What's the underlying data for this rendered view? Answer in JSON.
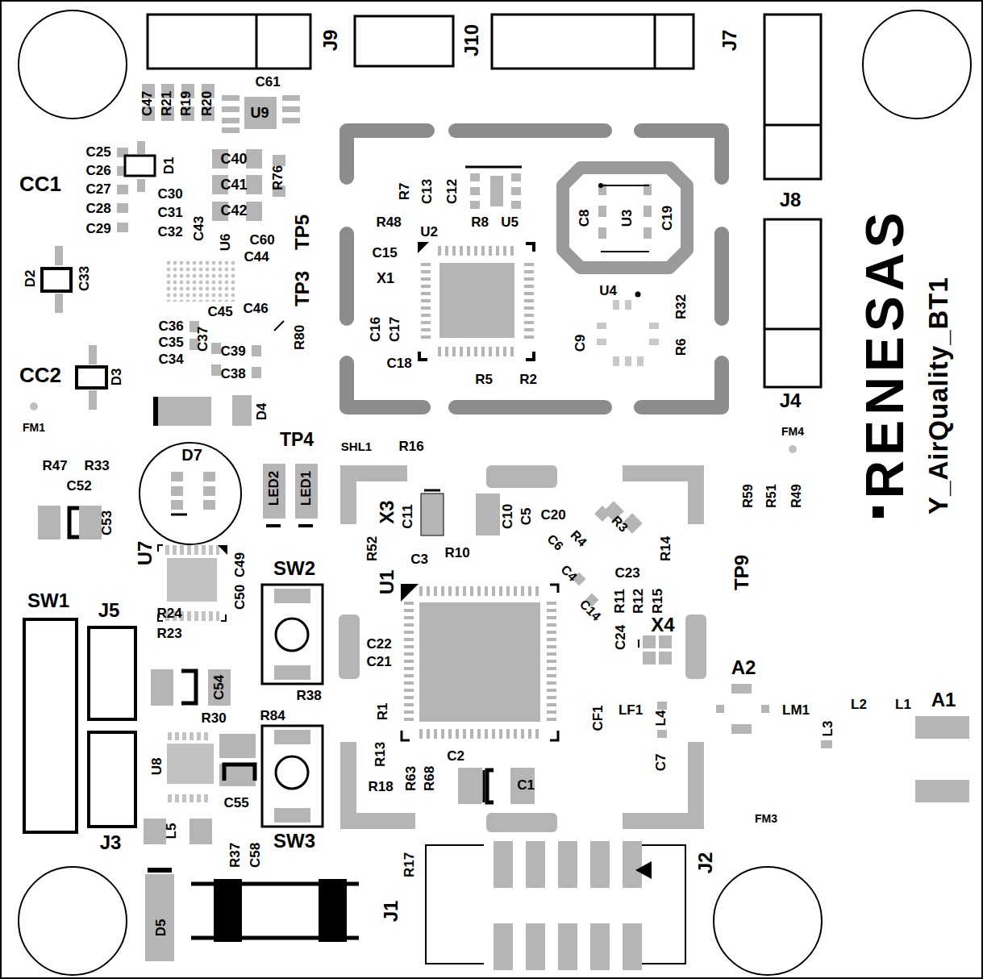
{
  "diagram": {
    "labels": [
      "J9",
      "J10",
      "J7",
      "C47",
      "R21",
      "R19",
      "R20",
      "C61",
      "U9",
      "C25",
      "C26",
      "C27",
      "C28",
      "C29",
      "D1",
      "C40",
      "C41",
      "C42",
      "R76",
      "CC1",
      "C30",
      "C31",
      "C32",
      "C43",
      "U6",
      "C60",
      "C44",
      "TP5",
      "TP3",
      "D2",
      "C33",
      "C45",
      "C46",
      "R80",
      "C36",
      "C35",
      "C34",
      "C37",
      "C39",
      "C38",
      "CC2",
      "D3",
      "FM1",
      "D4",
      "TP4",
      "D7",
      "R47",
      "R33",
      "C52",
      "C53",
      "LED2",
      "LED1",
      "U7",
      "C49",
      "C50",
      "SW2",
      "SW1",
      "J5",
      "R24",
      "R23",
      "C54",
      "R38",
      "R30",
      "R84",
      "U8",
      "C55",
      "SW3",
      "J3",
      "L5",
      "R37",
      "C58",
      "D5",
      "J1",
      "R17",
      "J2",
      "SHL1",
      "R16",
      "R7",
      "C13",
      "C12",
      "R8",
      "U5",
      "R48",
      "U2",
      "C15",
      "X1",
      "C16",
      "C17",
      "C18",
      "R5",
      "R2",
      "C8",
      "U3",
      "C19",
      "U4",
      "R32",
      "C9",
      "R6",
      "J8",
      "J4",
      "FM4",
      "R59",
      "R51",
      "R49",
      "X3",
      "C11",
      "R52",
      "C3",
      "R10",
      "C10",
      "C5",
      "C20",
      "C6",
      "R4",
      "R3",
      "R14",
      "C4",
      "U1",
      "C23",
      "R11",
      "R12",
      "R15",
      "C14",
      "TP9",
      "X4",
      "C24",
      "C22",
      "C21",
      "A2",
      "R1",
      "CF1",
      "LF1",
      "L4",
      "LM1",
      "L2",
      "L1",
      "A1",
      "L3",
      "R13",
      "C2",
      "C7",
      "R18",
      "R63",
      "R68",
      "C1",
      "FM3",
      "Y_AirQuality_BT1",
      "RENESAS"
    ]
  }
}
